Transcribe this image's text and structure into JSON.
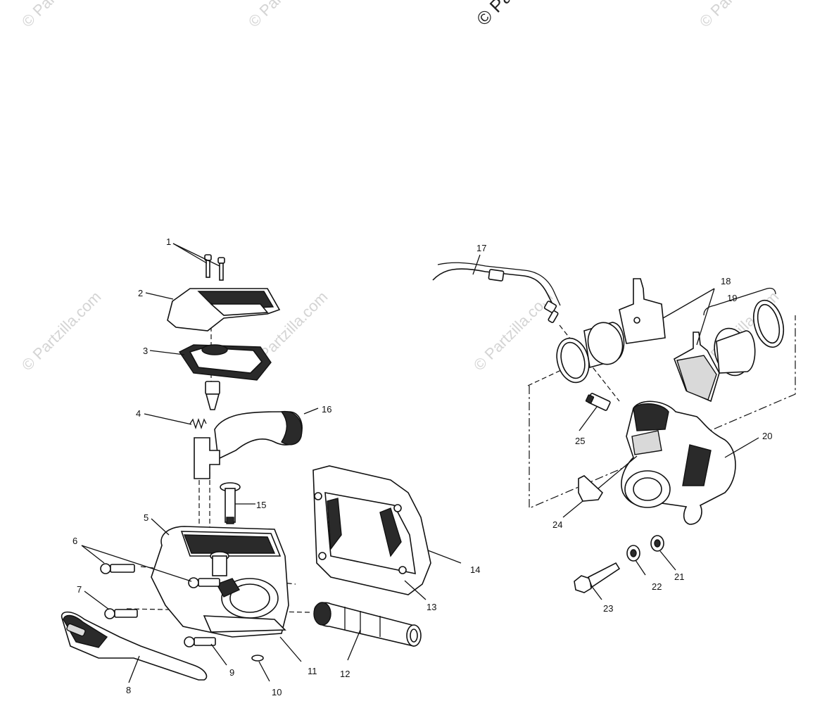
{
  "watermarks": {
    "text": "© Partzilla.com",
    "top_copyright": "© Pa"
  },
  "callouts": [
    "1",
    "2",
    "3",
    "4",
    "5",
    "6",
    "7",
    "8",
    "9",
    "10",
    "11",
    "12",
    "13",
    "14",
    "15",
    "16",
    "17",
    "18",
    "19",
    "20",
    "21",
    "22",
    "23",
    "24",
    "25"
  ],
  "colors": {
    "line": "#111111",
    "background": "#ffffff",
    "watermark": "#d4d4d4"
  }
}
